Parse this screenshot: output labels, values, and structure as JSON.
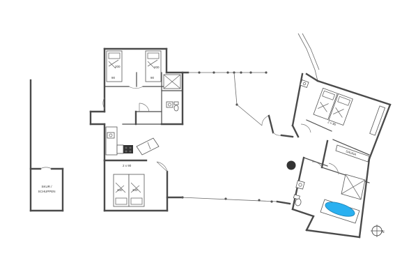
{
  "labels": {
    "bed_200_a": "200",
    "bed_90_a": "90",
    "bed_200_b": "200",
    "bed_90_b": "90",
    "bedroom_bottom_title": "2 x 90",
    "bed_200_c": "200",
    "bed_200_d": "200",
    "bedroom_right_title": "2 x 90",
    "shed_line1": "SKUR /",
    "shed_line2": "SCHUPPEN",
    "sauna": "SAUNA",
    "compass_n": "N"
  },
  "colors": {
    "wall": "#4a4a4a",
    "bathtub": "#2ab0f0",
    "background": "#ffffff",
    "stove": "#333333"
  }
}
